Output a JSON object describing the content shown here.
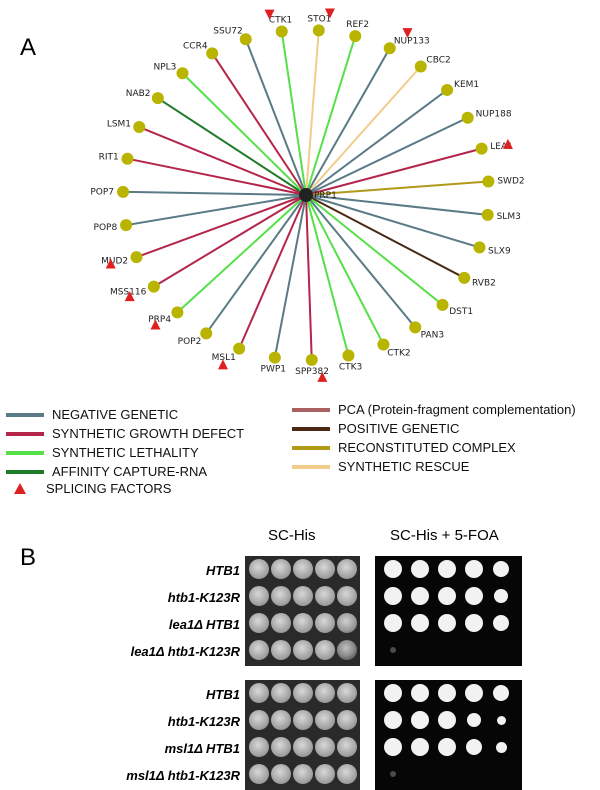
{
  "panel_a": {
    "letter": "A",
    "hub": "PRP1",
    "nodes": [
      {
        "name": "STO1",
        "type": "SYNTHETIC RESCUE",
        "splicing": true
      },
      {
        "name": "REF2",
        "type": "SYNTHETIC LETHALITY",
        "splicing": false
      },
      {
        "name": "NUP133",
        "type": "NEGATIVE GENETIC",
        "splicing": true
      },
      {
        "name": "CBC2",
        "type": "SYNTHETIC RESCUE",
        "splicing": false
      },
      {
        "name": "KEM1",
        "type": "NEGATIVE GENETIC",
        "splicing": false
      },
      {
        "name": "NUP188",
        "type": "NEGATIVE GENETIC",
        "splicing": false
      },
      {
        "name": "LEA1",
        "type": "SYNTHETIC GROWTH DEFECT",
        "splicing": true
      },
      {
        "name": "SWD2",
        "type": "RECONSTITUTED COMPLEX",
        "splicing": false
      },
      {
        "name": "SLM3",
        "type": "NEGATIVE GENETIC",
        "splicing": false
      },
      {
        "name": "SLX9",
        "type": "NEGATIVE GENETIC",
        "splicing": false
      },
      {
        "name": "RVB2",
        "type": "POSITIVE GENETIC",
        "splicing": false
      },
      {
        "name": "DST1",
        "type": "SYNTHETIC LETHALITY",
        "splicing": false
      },
      {
        "name": "PAN3",
        "type": "NEGATIVE GENETIC",
        "splicing": false
      },
      {
        "name": "CTK2",
        "type": "SYNTHETIC LETHALITY",
        "splicing": false
      },
      {
        "name": "CTK3",
        "type": "SYNTHETIC LETHALITY",
        "splicing": false
      },
      {
        "name": "SPP382",
        "type": "SYNTHETIC GROWTH DEFECT",
        "splicing": true
      },
      {
        "name": "PWP1",
        "type": "NEGATIVE GENETIC",
        "splicing": false
      },
      {
        "name": "MSL1",
        "type": "SYNTHETIC GROWTH DEFECT",
        "splicing": true
      },
      {
        "name": "POP2",
        "type": "NEGATIVE GENETIC",
        "splicing": false
      },
      {
        "name": "PRP4",
        "type": "SYNTHETIC LETHALITY",
        "splicing": true
      },
      {
        "name": "MSS116",
        "type": "SYNTHETIC GROWTH DEFECT",
        "splicing": true
      },
      {
        "name": "MUD2",
        "type": "SYNTHETIC GROWTH DEFECT",
        "splicing": true
      },
      {
        "name": "POP8",
        "type": "NEGATIVE GENETIC",
        "splicing": false
      },
      {
        "name": "POP7",
        "type": "NEGATIVE GENETIC",
        "splicing": false
      },
      {
        "name": "RIT1",
        "type": "SYNTHETIC GROWTH DEFECT",
        "splicing": false
      },
      {
        "name": "LSM1",
        "type": "SYNTHETIC GROWTH DEFECT",
        "splicing": false
      },
      {
        "name": "NAB2",
        "type": "AFFINITY CAPTURE-RNA",
        "splicing": false
      },
      {
        "name": "NPL3",
        "type": "SYNTHETIC LETHALITY",
        "splicing": false
      },
      {
        "name": "CCR4",
        "type": "SYNTHETIC GROWTH DEFECT",
        "splicing": false
      },
      {
        "name": "SSU72",
        "type": "NEGATIVE GENETIC",
        "splicing": false
      },
      {
        "name": "CTK1",
        "type": "SYNTHETIC LETHALITY",
        "splicing": true
      }
    ]
  },
  "legend": {
    "left": [
      {
        "label": "NEGATIVE GENETIC",
        "color": "#5a7a86"
      },
      {
        "label": "SYNTHETIC GROWTH DEFECT",
        "color": "#b4254a"
      },
      {
        "label": "SYNTHETIC LETHALITY",
        "color": "#55e04a"
      },
      {
        "label": "AFFINITY CAPTURE-RNA",
        "color": "#1f7a2a"
      }
    ],
    "right": [
      {
        "label": "PCA (Protein-fragment complementation)",
        "color": "#a86060"
      },
      {
        "label": "POSITIVE GENETIC",
        "color": "#4a2a14"
      },
      {
        "label": "RECONSTITUTED COMPLEX",
        "color": "#b09a18"
      },
      {
        "label": "SYNTHETIC RESCUE",
        "color": "#f2cc8a"
      }
    ],
    "splicing_label": "SPLICING FACTORS",
    "splicing_color": "#e02020"
  },
  "panel_b": {
    "letter": "B",
    "col1": "SC-His",
    "col2": "SC-His + 5-FOA",
    "groups": [
      {
        "rows": [
          {
            "label": "HTB1",
            "sc_his": [
              1,
              1,
              1,
              1,
              1
            ],
            "foa": [
              1,
              1,
              1,
              1,
              0.9
            ]
          },
          {
            "label": "htb1-K123R",
            "sc_his": [
              1,
              1,
              1,
              1,
              1
            ],
            "foa": [
              1,
              1,
              1,
              1,
              0.8
            ]
          },
          {
            "label": "lea1Δ HTB1",
            "sc_his": [
              1,
              1,
              1,
              1,
              0.9
            ],
            "foa": [
              1,
              1,
              1,
              1,
              0.9
            ]
          },
          {
            "label": "lea1Δ htb1-K123R",
            "sc_his": [
              1,
              1,
              1,
              1,
              0.7
            ],
            "foa": [
              0.3,
              0,
              0,
              0,
              0
            ]
          }
        ]
      },
      {
        "rows": [
          {
            "label": "HTB1",
            "sc_his": [
              1,
              1,
              1,
              1,
              1
            ],
            "foa": [
              1,
              1,
              1,
              1,
              0.9
            ]
          },
          {
            "label": "htb1-K123R",
            "sc_his": [
              1,
              1,
              1,
              1,
              1
            ],
            "foa": [
              1,
              1,
              1,
              0.8,
              0.5
            ]
          },
          {
            "label": "msl1Δ HTB1",
            "sc_his": [
              1,
              1,
              1,
              1,
              1
            ],
            "foa": [
              1,
              1,
              1,
              0.9,
              0.6
            ]
          },
          {
            "label": "msl1Δ htb1-K123R",
            "sc_his": [
              1,
              1,
              1,
              1,
              1
            ],
            "foa": [
              0.3,
              0,
              0,
              0,
              0
            ]
          }
        ]
      }
    ]
  }
}
